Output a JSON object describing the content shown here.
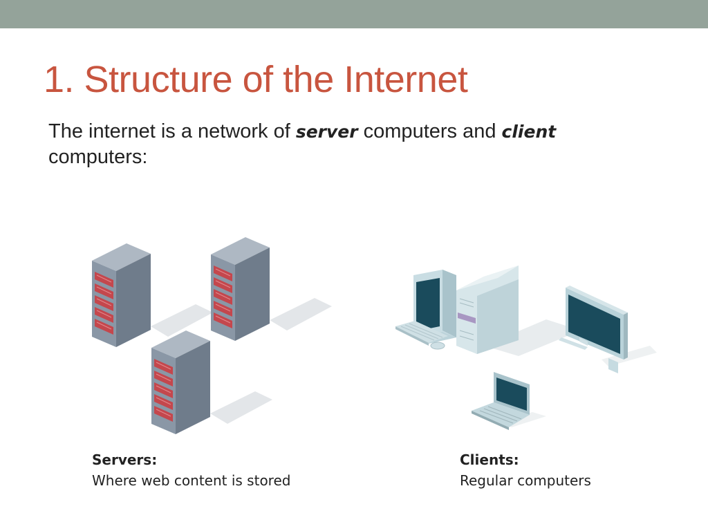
{
  "slide": {
    "title": "1. Structure of the Internet",
    "intro": {
      "before": "The internet is a network of ",
      "server_word": "server",
      "middle": " computers and ",
      "client_word": "client",
      "after": " computers:"
    },
    "servers": {
      "heading": "Servers:",
      "description": "Where web content is stored"
    },
    "clients": {
      "heading": "Clients:",
      "description": "Regular computers"
    }
  },
  "colors": {
    "top_bar": "#94a39a",
    "title": "#c8553f",
    "server_body": "#8794a3",
    "drive_bays": "#c4474d",
    "client_body": "#d7e6ea",
    "screen": "#1a4b5c"
  },
  "icons": [
    "server-rack-icon",
    "desktop-computer-icon",
    "monitor-icon",
    "laptop-icon"
  ]
}
